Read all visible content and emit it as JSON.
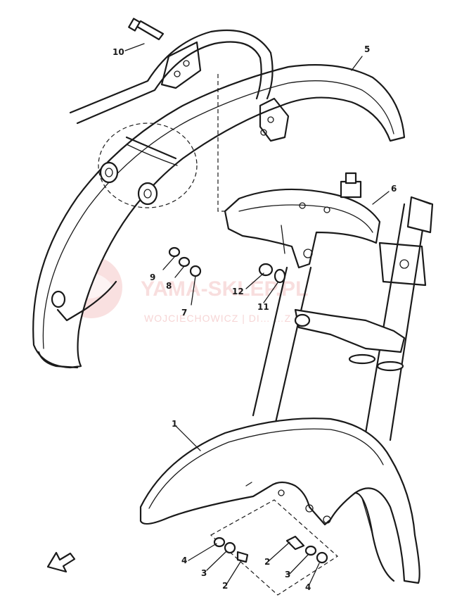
{
  "diagram": {
    "callouts": [
      {
        "id": "c10",
        "label": "10"
      },
      {
        "id": "c5",
        "label": "5"
      },
      {
        "id": "c6",
        "label": "6"
      },
      {
        "id": "c9",
        "label": "9"
      },
      {
        "id": "c8",
        "label": "8"
      },
      {
        "id": "c7",
        "label": "7"
      },
      {
        "id": "c12",
        "label": "12"
      },
      {
        "id": "c11",
        "label": "11"
      },
      {
        "id": "c1",
        "label": "1"
      },
      {
        "id": "c4a",
        "label": "4"
      },
      {
        "id": "c3a",
        "label": "3"
      },
      {
        "id": "c2a",
        "label": "2"
      },
      {
        "id": "c2b",
        "label": "2"
      },
      {
        "id": "c3b",
        "label": "3"
      },
      {
        "id": "c4b",
        "label": "4"
      }
    ]
  },
  "watermark": {
    "brand": "YAMA-SKLEP.PL",
    "subtitle": "WOJCIECHOWICZ | DI… …Z CHA…",
    "color": "#f3c4c4"
  }
}
